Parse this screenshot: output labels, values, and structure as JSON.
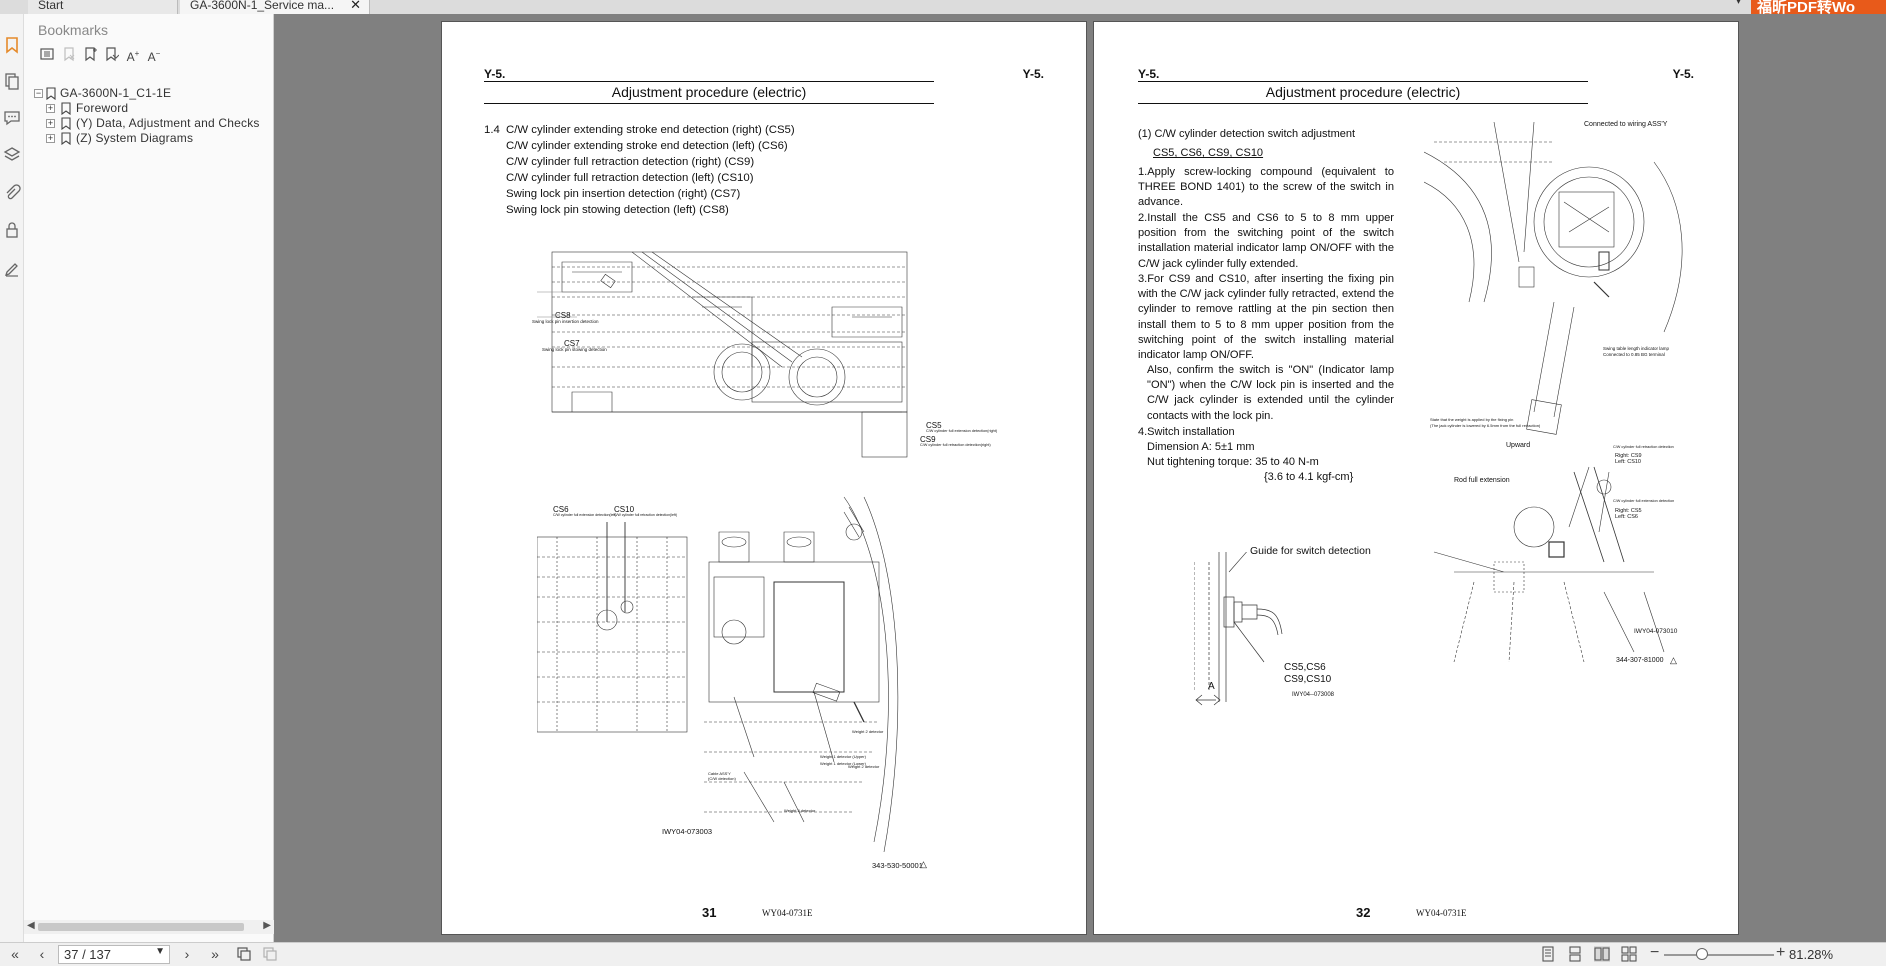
{
  "tabs": {
    "start_label": "Start",
    "doc_label": "GA-3600N-1_Service ma...",
    "close_glyph": "✕"
  },
  "banner": {
    "text": "福昕PDF转Wo"
  },
  "sidebar": {
    "title": "Bookmarks",
    "toolbar_icons": [
      "expand-all-icon",
      "bookmark-options-icon",
      "delete-bookmark-icon",
      "add-bookmark-icon",
      "add-child-bookmark-icon",
      "enlarge-text-icon",
      "reduce-text-icon"
    ],
    "tree": {
      "root": {
        "label": "GA-3600N-1_C1-1E",
        "toggle": "⊟"
      },
      "children": [
        {
          "label": "Foreword",
          "toggle": "+"
        },
        {
          "label": "(Y) Data, Adjustment and Checks",
          "toggle": "+"
        },
        {
          "label": "(Z) System Diagrams",
          "toggle": "+"
        }
      ]
    }
  },
  "page31": {
    "header_left": "Y-5.",
    "header_right": "Y-5.",
    "title": "Adjustment procedure (electric)",
    "section_num": "1.4",
    "lines": [
      "C/W cylinder extending stroke end detection (right) (CS5)",
      "C/W cylinder extending stroke end detection (left) (CS6)",
      "C/W cylinder full retraction detection (right) (CS9)",
      "C/W cylinder full retraction detection (left) (CS10)",
      "Swing lock pin insertion detection (right) (CS7)",
      "Swing lock pin stowing detection (left) (CS8)"
    ],
    "labels": {
      "cs8": "CS8",
      "cs8_desc": "Swing lock pin insertion detection",
      "cs7": "CS7",
      "cs7_desc": "Swing lock pin stowing detection",
      "cs5": "CS5",
      "cs5_desc": "C/W cylinder full extension detection(right)",
      "cs9": "CS9",
      "cs9_desc": "C/W cylinder full retraction detection(right)",
      "cs6": "CS6",
      "cs6_desc": "C/W cylinder full extension detection(left)",
      "cs10": "CS10",
      "cs10_desc": "C/W cylinder full retraction detection(left)",
      "cable": "Cable ASS'Y",
      "cable_desc": "(C/W detection)",
      "weight2": "Weight 2 detector",
      "weight1u": "Weight 1 detector (Upper)",
      "weight1l": "Weight 1 detector (Lower)",
      "weight3": "Weight 3 detector",
      "weight2b": "Weight 2 detector",
      "fig_code": "IWY04-073003",
      "part_code": "343-530-50001"
    },
    "page_number": "31",
    "doc_code": "WY04-0731E"
  },
  "page32": {
    "header_left": "Y-5.",
    "header_right": "Y-5.",
    "title": "Adjustment procedure (electric)",
    "heading": "(1) C/W cylinder detection switch adjustment",
    "subheading": "CS5,  CS6,  CS9,  CS10",
    "steps": [
      "1.Apply screw-locking compound (equivalent to THREE BOND 1401) to the screw of the switch in advance.",
      "2.Install the CS5 and CS6 to 5 to 8 mm upper position from the switching point of the switch installation material indicator lamp ON/OFF with the C/W jack cylinder fully extended.",
      "3.For CS9 and CS10, after inserting the fixing pin with the C/W jack cylinder fully retracted, extend the cylinder to remove rattling at the pin section then install them to 5 to 8 mm upper position from the switching point of the switch installing material indicator lamp ON/OFF.",
      "Also, confirm the switch is \"ON\" (Indicator lamp \"ON\") when the C/W lock pin is inserted and the C/W jack cylinder is extended until the cylinder contacts with the lock pin."
    ],
    "step4": "4.Switch installation",
    "dimension": "Dimension A: 5±1 mm",
    "torque": "Nut tightening torque: 35 to 40 N-m",
    "torque2": "{3.6 to 4.1 kgf-cm}",
    "guide_label": "Guide for switch detection",
    "switch_label1": "CS5,CS6",
    "switch_label2": "CS9,CS10",
    "dim_letter": "A",
    "fig_code_small": "IWY04--073008",
    "connected_label": "Connected to wiring ASS'Y",
    "swing_lamp": "Swing table length indicator lamp",
    "swing_lamp2": "Connected to 0.85 BG terminal",
    "state_note": "State that the weight is applied by the fixing pin",
    "state_note2": "(The jack cylinder is lowered by 6.5mm from the full retraction)",
    "upward": "Upward",
    "rod_ext": "Rod full extension",
    "retr_label": "C/W cylinder full retraction detection",
    "retr_right": "Right: CS9",
    "retr_left": "Left: CS10",
    "ext_label": "C/W cylinder full extension detection",
    "ext_right": "Right: CS5",
    "ext_left": "Left: CS6",
    "fig_code": "IWY04-073010",
    "part_code": "344-307-81000",
    "page_number": "32",
    "doc_code": "WY04-0731E"
  },
  "statusbar": {
    "page_value": "37 / 137",
    "zoom": "81.28%",
    "first": "«",
    "prev": "‹",
    "next": "›",
    "last": "»",
    "zoom_minus": "−",
    "zoom_plus": "+"
  }
}
